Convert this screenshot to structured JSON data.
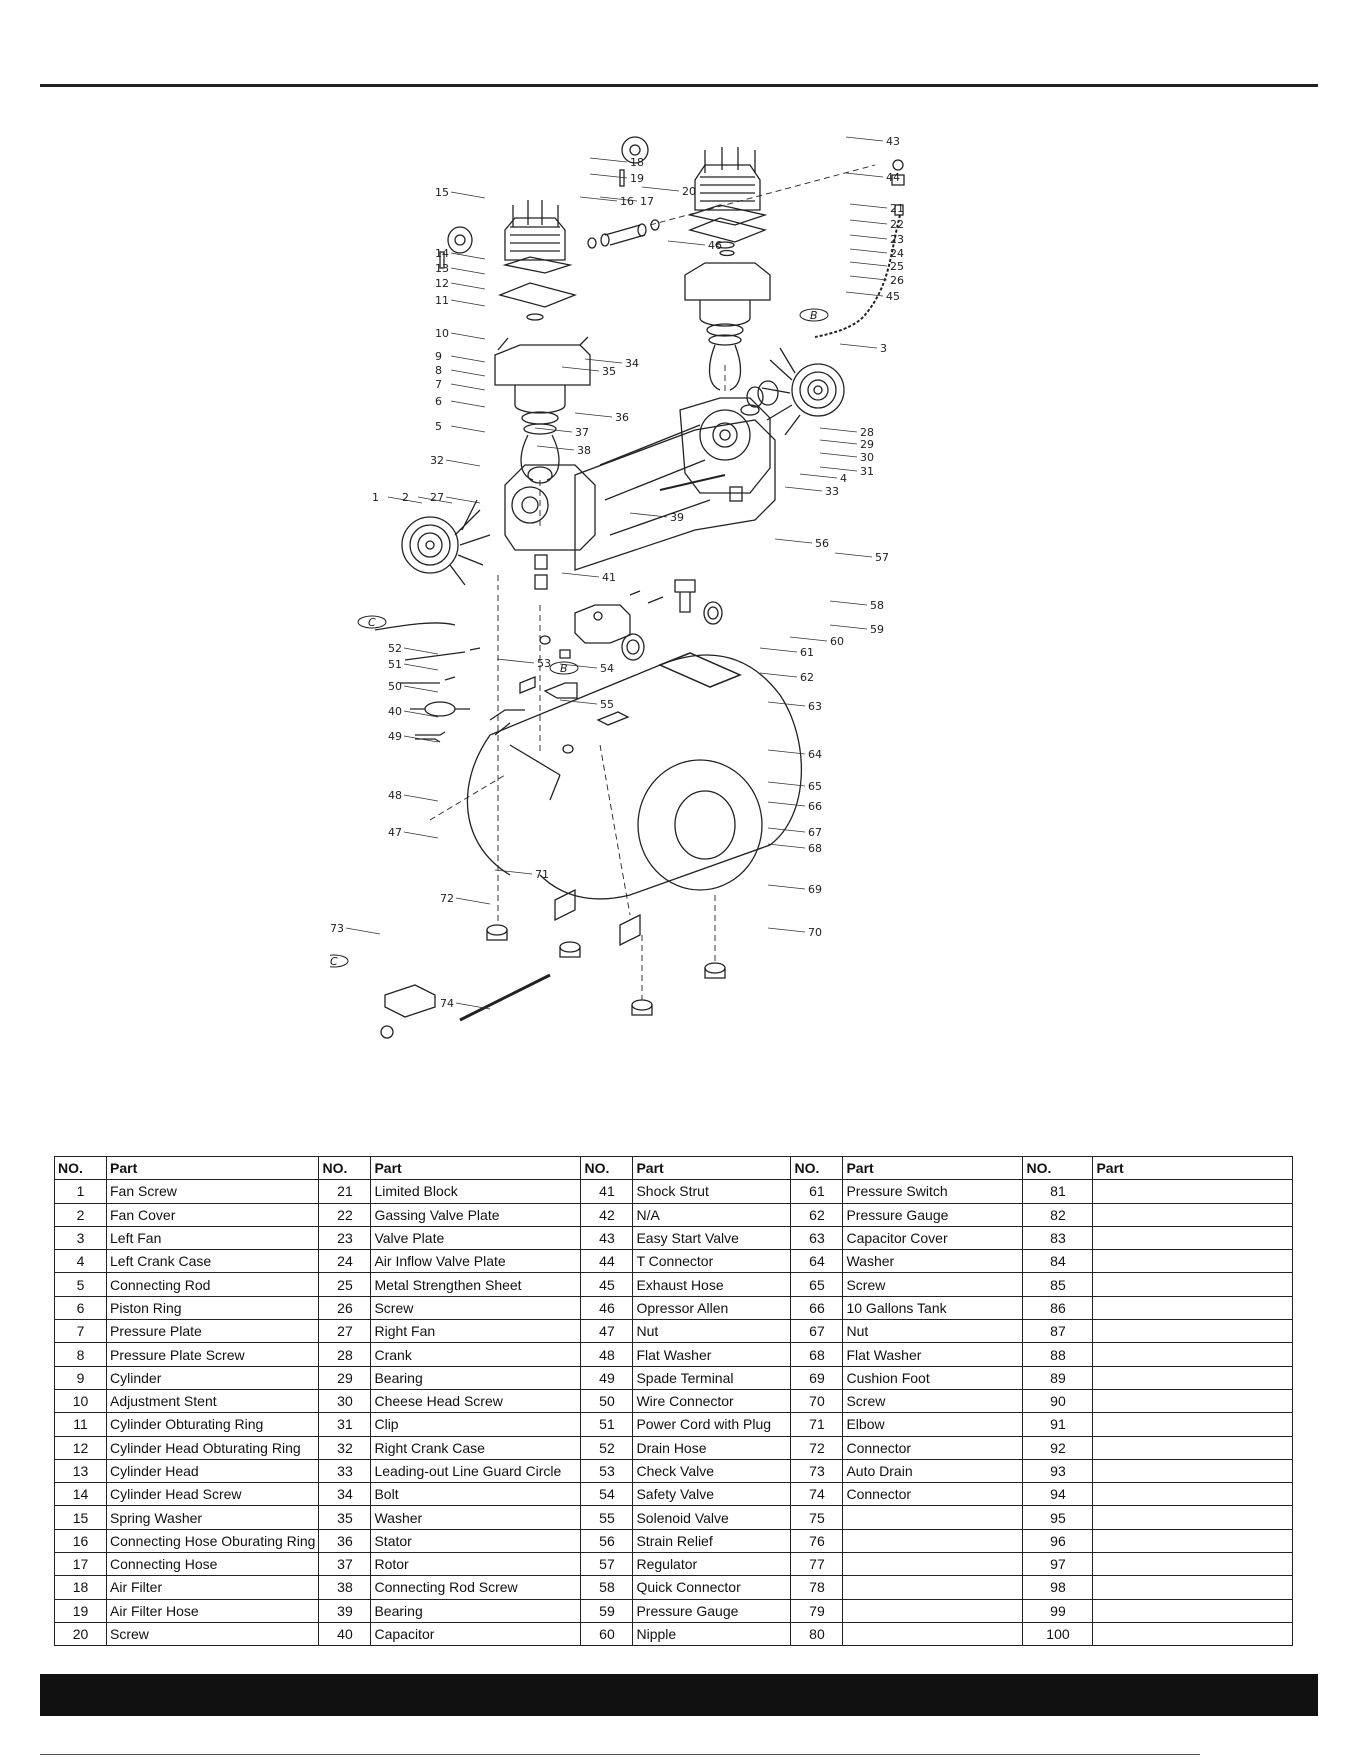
{
  "diagram": {
    "callouts": [
      "1",
      "2",
      "3",
      "4",
      "5",
      "6",
      "7",
      "8",
      "9",
      "10",
      "11",
      "12",
      "13",
      "14",
      "15",
      "16",
      "17",
      "18",
      "19",
      "20",
      "21",
      "22",
      "23",
      "24",
      "25",
      "26",
      "27",
      "28",
      "29",
      "30",
      "31",
      "32",
      "33",
      "34",
      "35",
      "36",
      "37",
      "38",
      "39",
      "40",
      "41",
      "43",
      "44",
      "45",
      "46",
      "47",
      "48",
      "49",
      "50",
      "51",
      "52",
      "53",
      "54",
      "55",
      "56",
      "57",
      "58",
      "59",
      "60",
      "61",
      "62",
      "63",
      "64",
      "65",
      "66",
      "67",
      "68",
      "69",
      "70",
      "71",
      "72",
      "73",
      "74"
    ],
    "markers": [
      "C",
      "B",
      "B",
      "C"
    ]
  },
  "table": {
    "headers": [
      "NO.",
      "Part",
      "NO.",
      "Part",
      "NO.",
      "Part",
      "NO.",
      "Part",
      "NO.",
      "Part"
    ],
    "rows": [
      [
        "1",
        "Fan Screw",
        "21",
        "Limited Block",
        "41",
        "Shock Strut",
        "61",
        "Pressure Switch",
        "81",
        ""
      ],
      [
        "2",
        "Fan Cover",
        "22",
        "Gassing Valve Plate",
        "42",
        "N/A",
        "62",
        "Pressure Gauge",
        "82",
        ""
      ],
      [
        "3",
        "Left Fan",
        "23",
        "Valve Plate",
        "43",
        "Easy Start Valve",
        "63",
        "Capacitor Cover",
        "83",
        ""
      ],
      [
        "4",
        "Left Crank Case",
        "24",
        "Air Inflow Valve Plate",
        "44",
        "T Connector",
        "64",
        "Washer",
        "84",
        ""
      ],
      [
        "5",
        "Connecting Rod",
        "25",
        "Metal Strengthen Sheet",
        "45",
        "Exhaust Hose",
        "65",
        "Screw",
        "85",
        ""
      ],
      [
        "6",
        "Piston Ring",
        "26",
        "Screw",
        "46",
        "Opressor Allen",
        "66",
        "10 Gallons Tank",
        "86",
        ""
      ],
      [
        "7",
        "Pressure Plate",
        "27",
        "Right Fan",
        "47",
        "Nut",
        "67",
        "Nut",
        "87",
        ""
      ],
      [
        "8",
        "Pressure Plate Screw",
        "28",
        "Crank",
        "48",
        "Flat Washer",
        "68",
        "Flat Washer",
        "88",
        ""
      ],
      [
        "9",
        "Cylinder",
        "29",
        "Bearing",
        "49",
        "Spade Terminal",
        "69",
        "Cushion Foot",
        "89",
        ""
      ],
      [
        "10",
        "Adjustment Stent",
        "30",
        "Cheese Head Screw",
        "50",
        "Wire Connector",
        "70",
        "Screw",
        "90",
        ""
      ],
      [
        "11",
        "Cylinder Obturating Ring",
        "31",
        "Clip",
        "51",
        "Power Cord with Plug",
        "71",
        "Elbow",
        "91",
        ""
      ],
      [
        "12",
        "Cylinder Head Obturating Ring",
        "32",
        "Right Crank Case",
        "52",
        "Drain Hose",
        "72",
        "Connector",
        "92",
        ""
      ],
      [
        "13",
        "Cylinder Head",
        "33",
        "Leading-out Line Guard Circle",
        "53",
        "Check Valve",
        "73",
        "Auto Drain",
        "93",
        ""
      ],
      [
        "14",
        "Cylinder Head Screw",
        "34",
        "Bolt",
        "54",
        "Safety Valve",
        "74",
        "Connector",
        "94",
        ""
      ],
      [
        "15",
        "Spring Washer",
        "35",
        "Washer",
        "55",
        "Solenoid Valve",
        "75",
        "",
        "95",
        ""
      ],
      [
        "16",
        "Connecting Hose Oburating Ring",
        "36",
        "Stator",
        "56",
        "Strain Relief",
        "76",
        "",
        "96",
        ""
      ],
      [
        "17",
        "Connecting Hose",
        "37",
        "Rotor",
        "57",
        "Regulator",
        "77",
        "",
        "97",
        ""
      ],
      [
        "18",
        "Air Filter",
        "38",
        "Connecting Rod Screw",
        "58",
        "Quick Connector",
        "78",
        "",
        "98",
        ""
      ],
      [
        "19",
        "Air Filter Hose",
        "39",
        "Bearing",
        "59",
        "Pressure Gauge",
        "79",
        "",
        "99",
        ""
      ],
      [
        "20",
        "Screw",
        "40",
        "Capacitor",
        "60",
        "Nipple",
        "80",
        "",
        "100",
        ""
      ]
    ]
  }
}
